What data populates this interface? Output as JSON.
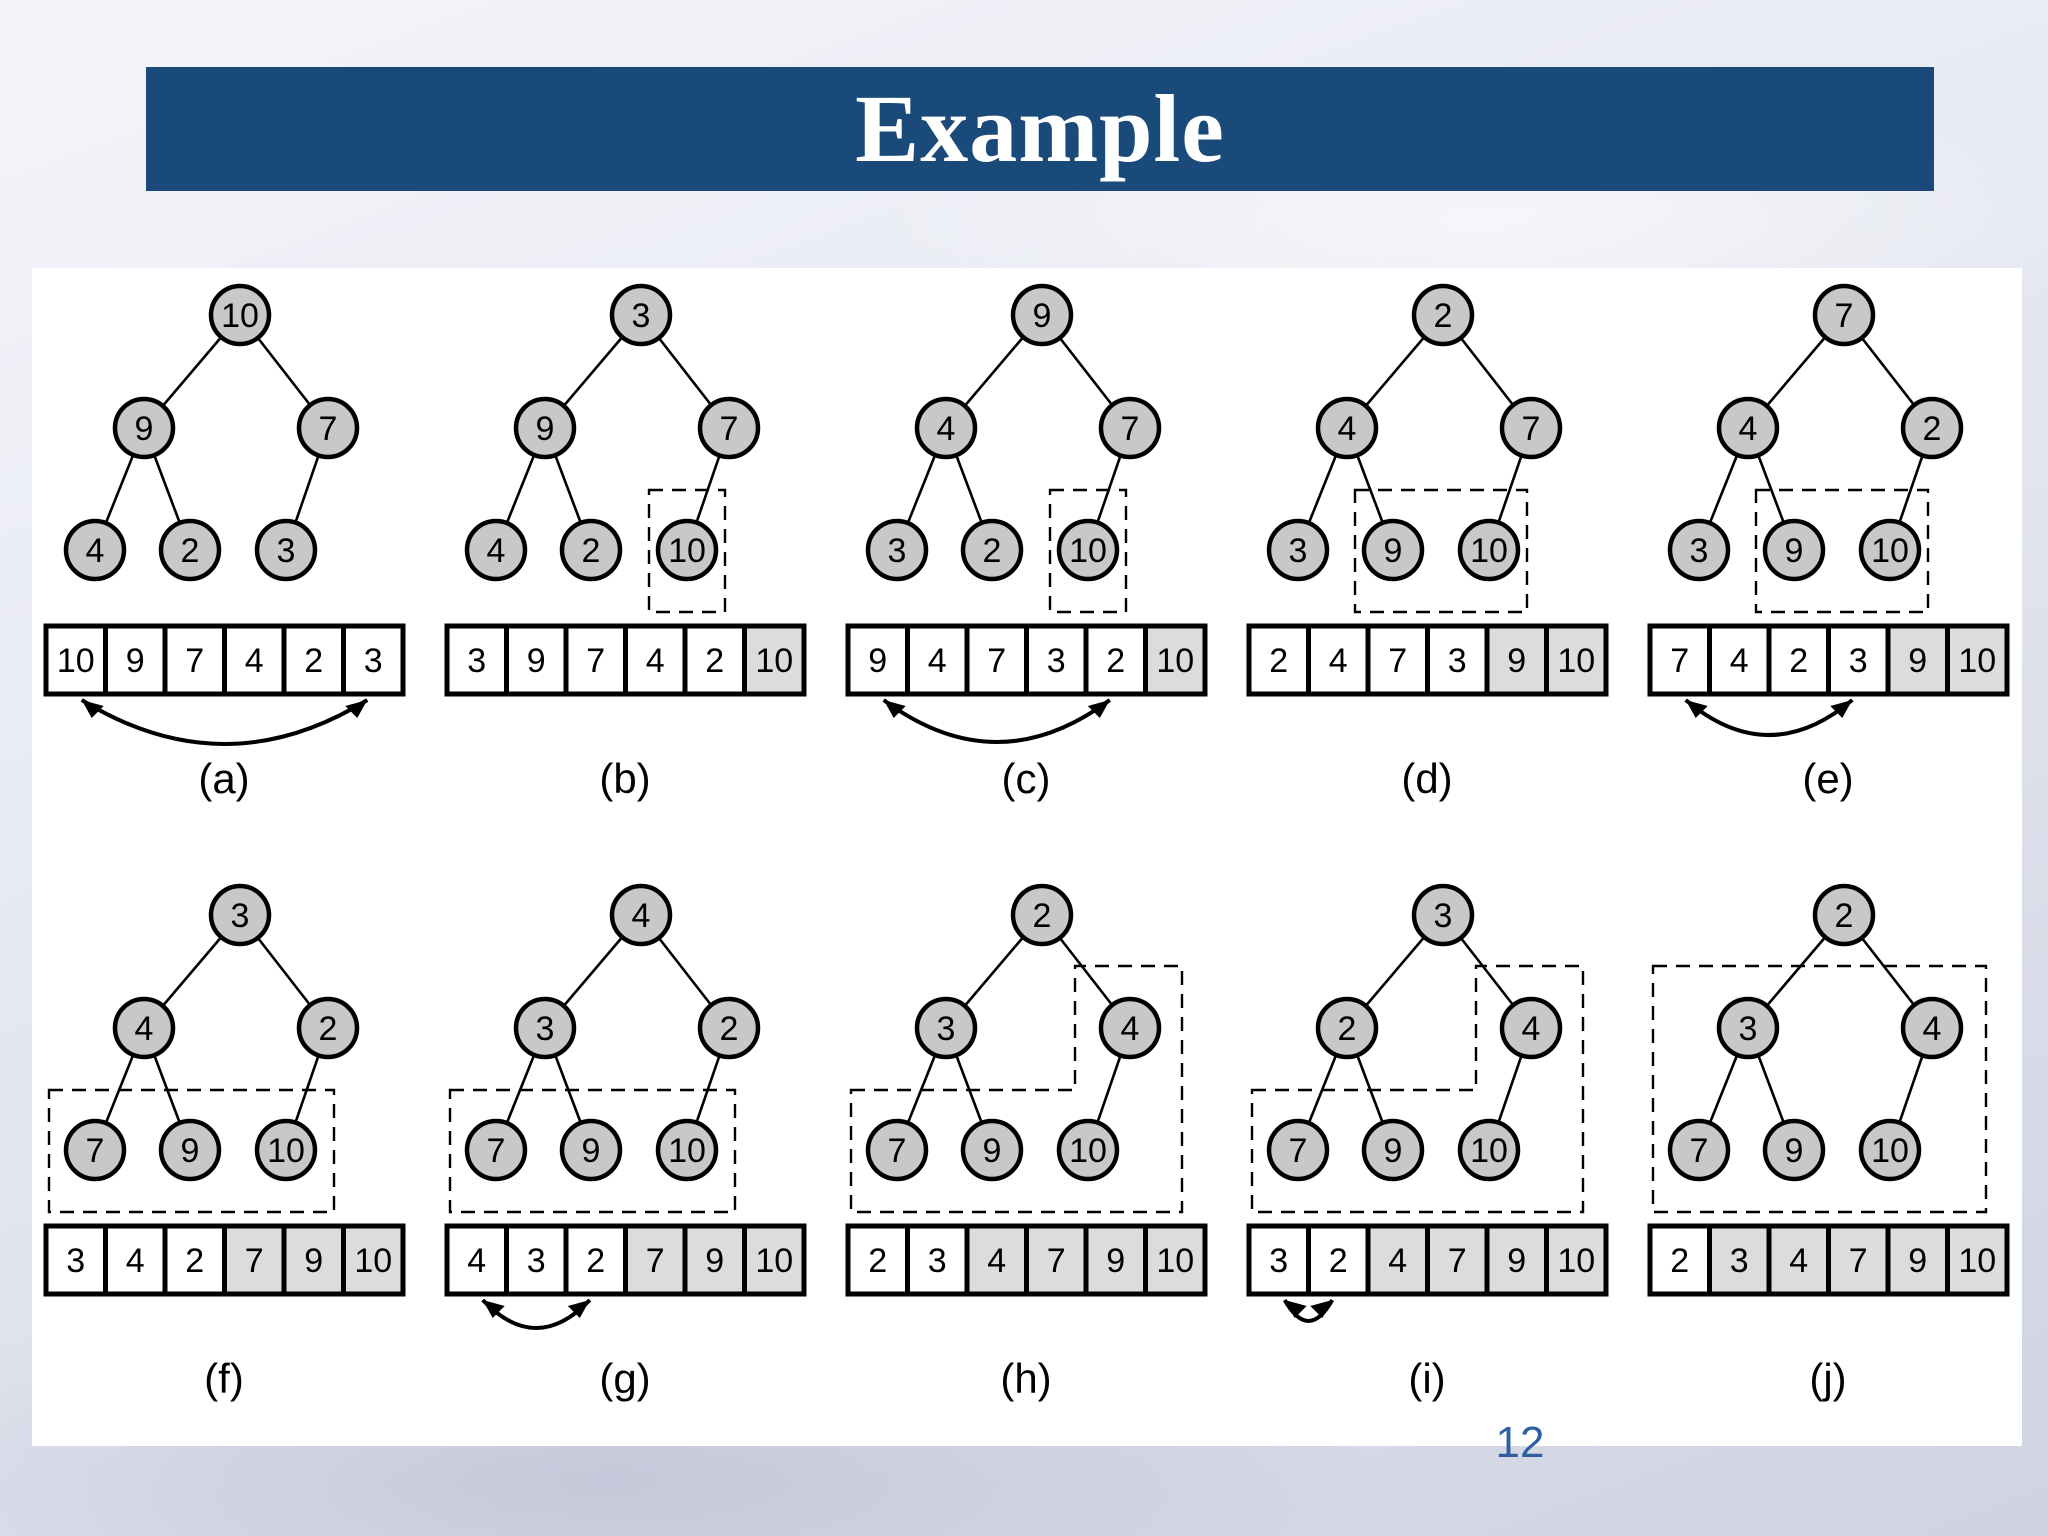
{
  "slide": {
    "title": "Example",
    "number": "12"
  },
  "colors": {
    "title_bar": "#1a4a7a",
    "node_fill": "#c8c8c8",
    "sorted_cell_fill": "#dcdcdc",
    "slide_number": "#2e5fa3"
  },
  "steps": [
    {
      "caption": "(a)",
      "tree": [
        "10",
        "9",
        "7",
        "4",
        "2",
        "3"
      ],
      "array": [
        "10",
        "9",
        "7",
        "4",
        "2",
        "3"
      ],
      "sorted_count": 0,
      "swap": [
        0,
        5
      ]
    },
    {
      "caption": "(b)",
      "tree": [
        "3",
        "9",
        "7",
        "4",
        "2",
        "10"
      ],
      "array": [
        "3",
        "9",
        "7",
        "4",
        "2",
        "10"
      ],
      "sorted_count": 1,
      "swap": null
    },
    {
      "caption": "(c)",
      "tree": [
        "9",
        "4",
        "7",
        "3",
        "2",
        "10"
      ],
      "array": [
        "9",
        "4",
        "7",
        "3",
        "2",
        "10"
      ],
      "sorted_count": 1,
      "swap": [
        0,
        4
      ]
    },
    {
      "caption": "(d)",
      "tree": [
        "2",
        "4",
        "7",
        "3",
        "9",
        "10"
      ],
      "array": [
        "2",
        "4",
        "7",
        "3",
        "9",
        "10"
      ],
      "sorted_count": 2,
      "swap": null
    },
    {
      "caption": "(e)",
      "tree": [
        "7",
        "4",
        "2",
        "3",
        "9",
        "10"
      ],
      "array": [
        "7",
        "4",
        "2",
        "3",
        "9",
        "10"
      ],
      "sorted_count": 2,
      "swap": [
        0,
        3
      ]
    },
    {
      "caption": "(f)",
      "tree": [
        "3",
        "4",
        "2",
        "7",
        "9",
        "10"
      ],
      "array": [
        "3",
        "4",
        "2",
        "7",
        "9",
        "10"
      ],
      "sorted_count": 3,
      "swap": null
    },
    {
      "caption": "(g)",
      "tree": [
        "4",
        "3",
        "2",
        "7",
        "9",
        "10"
      ],
      "array": [
        "4",
        "3",
        "2",
        "7",
        "9",
        "10"
      ],
      "sorted_count": 3,
      "swap": [
        0,
        2
      ]
    },
    {
      "caption": "(h)",
      "tree": [
        "2",
        "3",
        "4",
        "7",
        "9",
        "10"
      ],
      "array": [
        "2",
        "3",
        "4",
        "7",
        "9",
        "10"
      ],
      "sorted_count": 4,
      "swap": null
    },
    {
      "caption": "(i)",
      "tree": [
        "3",
        "2",
        "4",
        "7",
        "9",
        "10"
      ],
      "array": [
        "3",
        "2",
        "4",
        "7",
        "9",
        "10"
      ],
      "sorted_count": 4,
      "swap": [
        0,
        1
      ]
    },
    {
      "caption": "(j)",
      "tree": [
        "2",
        "3",
        "4",
        "7",
        "9",
        "10"
      ],
      "array": [
        "2",
        "3",
        "4",
        "7",
        "9",
        "10"
      ],
      "sorted_count": 5,
      "swap": null
    }
  ]
}
